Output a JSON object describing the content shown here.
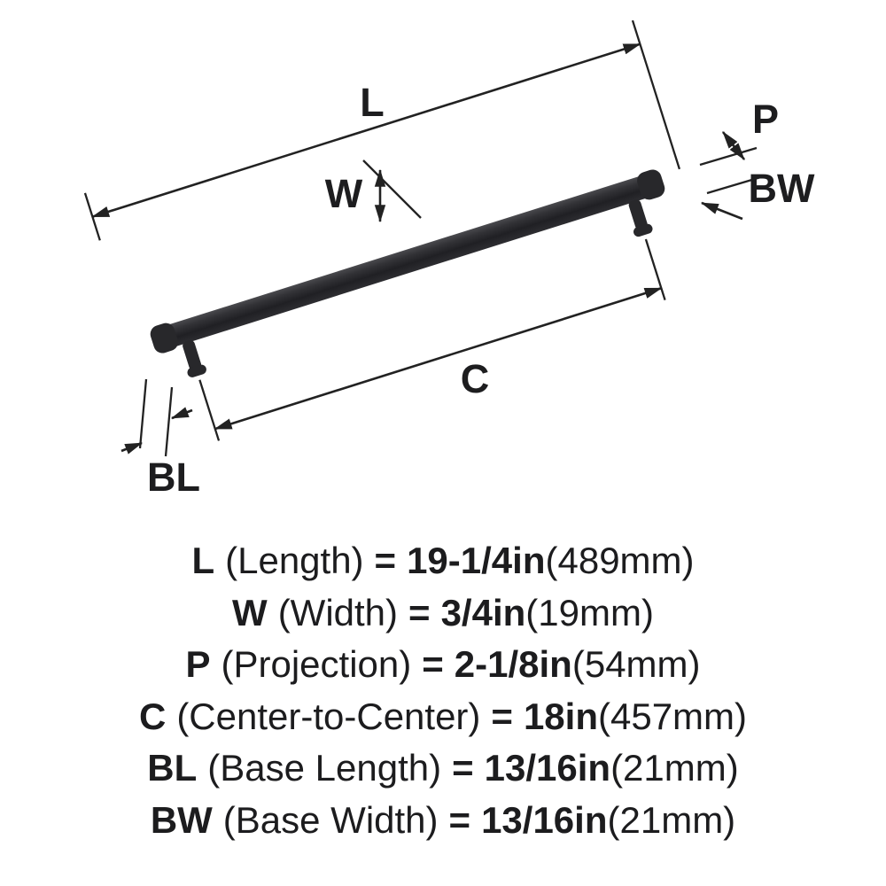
{
  "diagram": {
    "labels": {
      "length": "L",
      "width": "W",
      "projection": "P",
      "center_to_center": "C",
      "base_length": "BL",
      "base_width": "BW"
    },
    "handle_color": "#28282b",
    "line_color": "#222222"
  },
  "specs": [
    {
      "abbr": "L",
      "name": "(Length)",
      "equals": "=",
      "value": "19-1/4in",
      "metric": "(489mm)"
    },
    {
      "abbr": "W",
      "name": "(Width)",
      "equals": "=",
      "value": "3/4in",
      "metric": "(19mm)"
    },
    {
      "abbr": "P",
      "name": "(Projection)",
      "equals": "=",
      "value": "2-1/8in",
      "metric": "(54mm)"
    },
    {
      "abbr": "C",
      "name": "(Center-to-Center)",
      "equals": "=",
      "value": "18in",
      "metric": "(457mm)"
    },
    {
      "abbr": "BL",
      "name": "(Base Length)",
      "equals": "=",
      "value": "13/16in",
      "metric": "(21mm)"
    },
    {
      "abbr": "BW",
      "name": "(Base Width)",
      "equals": "=",
      "value": "13/16in",
      "metric": "(21mm)"
    }
  ]
}
